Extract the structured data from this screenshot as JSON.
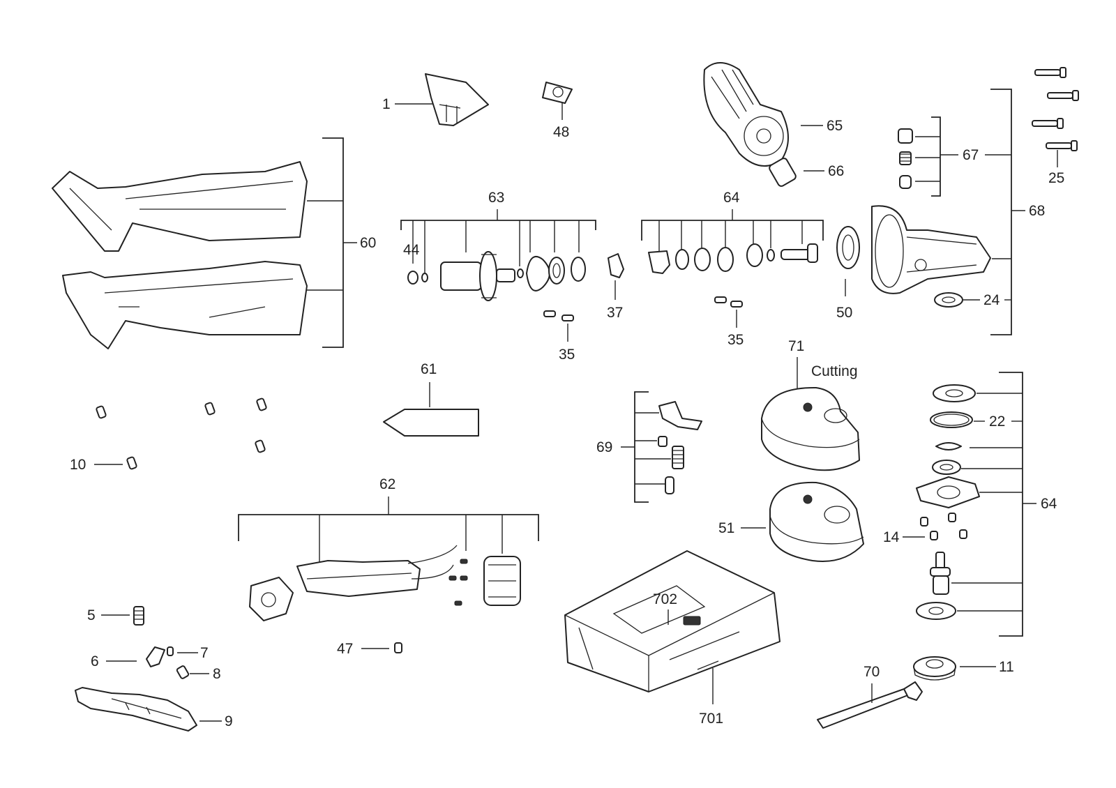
{
  "labels": {
    "p1": "1",
    "p48": "48",
    "p65": "65",
    "p66": "66",
    "p25": "25",
    "p67": "67",
    "p68": "68",
    "p24": "24",
    "p50": "50",
    "p60": "60",
    "p63": "63",
    "p44": "44",
    "p37": "37",
    "p35": "35",
    "p64": "64",
    "p61": "61",
    "p10": "10",
    "p62": "62",
    "p47": "47",
    "p5": "5",
    "p6": "6",
    "p7": "7",
    "p8": "8",
    "p9": "9",
    "p69": "69",
    "p71": "71",
    "cutting": "Cutting",
    "p51": "51",
    "p702": "702",
    "p701": "701",
    "p22": "22",
    "p14": "14",
    "p11": "11",
    "p70": "70"
  }
}
